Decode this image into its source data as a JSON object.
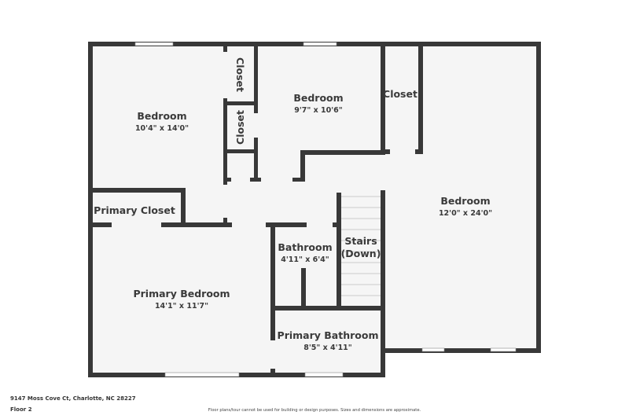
{
  "footer": {
    "address": "9147 Moss Cove Ct, Charlotte, NC 28227",
    "floor": "Floor 2",
    "disclaimer": "Floor plans/tour cannot be used for building or design purposes. Sizes and dimensions are approximate."
  },
  "colors": {
    "wall": "#383838",
    "floor": "#f5f5f5",
    "background": "#ffffff",
    "text": "#3a3a3a"
  },
  "rooms": {
    "bedroom_nw": {
      "name": "Bedroom",
      "dims": "10'4\" x 14'0\""
    },
    "closet_upper": {
      "name": "Closet"
    },
    "closet_lower": {
      "name": "Closet"
    },
    "bedroom_n": {
      "name": "Bedroom",
      "dims": "9'7\" x 10'6\""
    },
    "closet_ne": {
      "name": "Closet"
    },
    "bedroom_e": {
      "name": "Bedroom",
      "dims": "12'0\" x 24'0\""
    },
    "primary_closet": {
      "name": "Primary Closet"
    },
    "primary_bedroom": {
      "name": "Primary Bedroom",
      "dims": "14'1\" x 11'7\""
    },
    "bathroom": {
      "name": "Bathroom",
      "dims": "4'11\" x 6'4\""
    },
    "stairs": {
      "name_line1": "Stairs",
      "name_line2": "(Down)"
    },
    "primary_bathroom": {
      "name": "Primary Bathroom",
      "dims": "8'5\" x 4'11\""
    }
  }
}
